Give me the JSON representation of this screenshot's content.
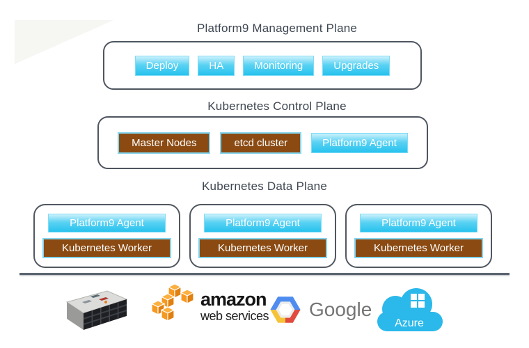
{
  "diagram": {
    "management_plane": {
      "title": "Platform9 Management Plane",
      "buttons": [
        "Deploy",
        "HA",
        "Monitoring",
        "Upgrades"
      ]
    },
    "control_plane": {
      "title": "Kubernetes Control Plane",
      "buttons": [
        {
          "label": "Master Nodes",
          "variant": "brown"
        },
        {
          "label": "etcd cluster",
          "variant": "brown"
        },
        {
          "label": "Platform9 Agent",
          "variant": "cyan"
        }
      ]
    },
    "data_plane": {
      "title": "Kubernetes Data Plane",
      "workers": [
        {
          "agent_label": "Platform9 Agent",
          "worker_label": "Kubernetes Worker"
        },
        {
          "agent_label": "Platform9 Agent",
          "worker_label": "Kubernetes Worker"
        },
        {
          "agent_label": "Platform9 Agent",
          "worker_label": "Kubernetes Worker"
        }
      ]
    }
  },
  "infrastructure": {
    "icons": [
      "physical-server-icon",
      "aws-boxes-icon",
      "google-cloud-hexagon-icon",
      "azure-cloud-icon",
      "windows-flag-icon"
    ],
    "aws": {
      "word1": "amazon",
      "word2": "web services"
    },
    "google": {
      "label": "Google"
    },
    "azure": {
      "label": "Azure"
    }
  },
  "colors": {
    "cyan_button_top": "#cdf1fc",
    "cyan_button_bottom": "#27c2ee",
    "brown_button": "#8a4a12",
    "brown_button_border": "#82d5ef",
    "box_border": "#4e555f",
    "title_text": "#3e4651",
    "divider": "#5b6370",
    "aws_orange": "#f7981f",
    "azure_blue": "#2bb8ea",
    "google_text_gray": "#757575",
    "google_blue": "#4e8cf0",
    "google_red": "#e04a3f",
    "google_yellow": "#f6c338"
  }
}
